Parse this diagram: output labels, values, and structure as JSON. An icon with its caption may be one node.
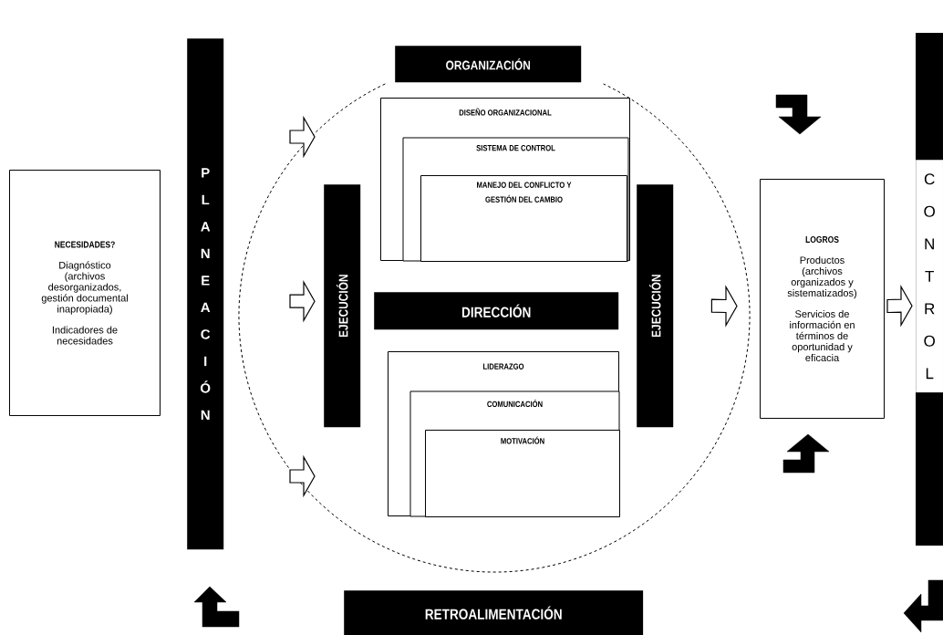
{
  "diagram": {
    "nodes": [
      {
        "text": [
          "NECESIDADES?",
          "Diagnóstico (archivos desorganizados, gestión documental inapropiada)",
          "Indicadores de necesidades"
        ]
      },
      {
        "text": [
          "PLANEACIÓN"
        ]
      },
      {
        "text": [],
        "shape": "circle"
      },
      {
        "text": [
          "ORGANIZACIÓN"
        ]
      },
      {
        "text": [
          "DISEÑO ORGANIZACIONAL"
        ],
        "in": 2
      },
      {
        "text": [
          "SISTEMA DE CONTROL"
        ],
        "in": 4
      },
      {
        "text": [
          "MANEJO DEL CONFLICTO Y GESTIÓN DEL CAMBIO"
        ],
        "in": 5
      },
      {
        "text": [
          "EJECUCIÓN"
        ],
        "in": 2
      },
      {
        "text": [
          "DIRECCIÓN"
        ],
        "in": 2
      },
      {
        "text": [
          "LIDERAZGO"
        ],
        "in": 2
      },
      {
        "text": [
          "COMUNICACIÓN"
        ],
        "in": 9
      },
      {
        "text": [
          "MOTIVACIÓN"
        ],
        "in": 10
      },
      {
        "text": [
          "EJECUCIÓN"
        ],
        "in": 2
      },
      {
        "text": [
          "LOGROS",
          "Productos (archivos organizados y sistematizados)",
          "Servicios de información en términos de oportunidad y eficacia"
        ]
      },
      {
        "text": [
          "CONTROL"
        ]
      },
      {
        "text": [
          "RETROALIMENTACIÓN"
        ]
      }
    ],
    "edges": [
      {
        "from": null,
        "to": 7,
        "arrow": "to"
      },
      {
        "from": 12,
        "to": 13,
        "arrow": "to"
      },
      {
        "from": 13,
        "to": 14,
        "arrow": "to"
      }
    ]
  }
}
